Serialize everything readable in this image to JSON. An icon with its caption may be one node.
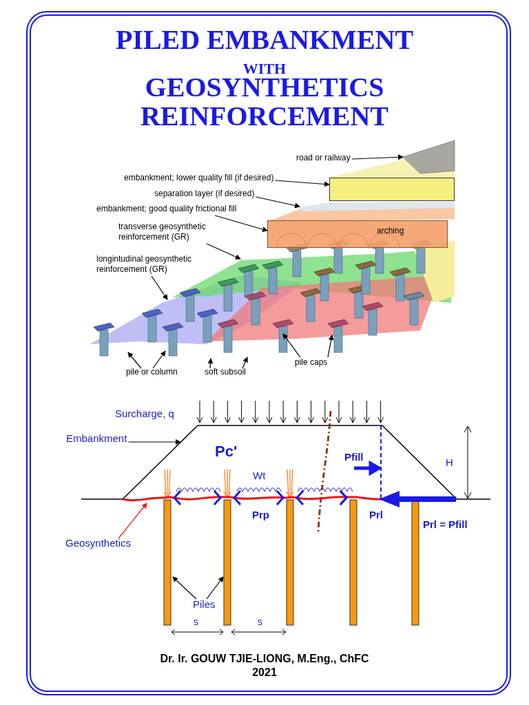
{
  "diagram": {
    "title": "PILED EMBANKMENT",
    "caption": "Dr. Ir. GOUW TJIE-LIONG, M.Eng., ChFC",
    "nodes": [
      {
        "text": [
          "road or railway"
        ]
      },
      {
        "text": [
          "embankment; lower quality fill (if desired)"
        ]
      },
      {
        "text": [
          "separation layer (if desired)"
        ]
      },
      {
        "text": [
          "embankment; good quality frictional fill"
        ]
      },
      {
        "text": [
          "transverse geosynthetic reinforcement (GR)"
        ]
      },
      {
        "text": [
          "longintudinal geosynthetic reinforcement (GR)"
        ]
      },
      {
        "text": [
          "pile or column"
        ]
      },
      {
        "text": [
          "soft subsoil"
        ]
      },
      {
        "text": [
          "pile caps"
        ]
      },
      {
        "text": [
          "Embankment"
        ]
      },
      {
        "text": [
          "Geosynthetics"
        ]
      },
      {
        "text": [
          "Piles"
        ]
      },
      {
        "text": [
          "arching"
        ]
      },
      {
        "text": [],
        "shape": "box"
      },
      {
        "text": [],
        "shape": "bar"
      }
    ],
    "edges": [
      {
        "from": 0,
        "to": null,
        "arrow": "to"
      },
      {
        "from": 1,
        "to": 13,
        "arrow": "to"
      },
      {
        "from": 2,
        "to": 14,
        "arrow": "to"
      },
      {
        "from": 3,
        "to": 12,
        "arrow": "to"
      },
      {
        "from": 4,
        "to": null,
        "arrow": "to"
      },
      {
        "from": 5,
        "to": null,
        "arrow": "to"
      },
      {
        "from": 6,
        "to": null,
        "arrow": "to"
      },
      {
        "from": 6,
        "to": null,
        "arrow": "to"
      },
      {
        "from": 7,
        "to": null,
        "arrow": "to"
      },
      {
        "from": 7,
        "to": null,
        "arrow": "to"
      },
      {
        "from": 8,
        "to": null,
        "arrow": "to"
      },
      {
        "from": 8,
        "to": null,
        "arrow": "to"
      },
      {
        "from": 9,
        "to": null,
        "arrow": "to"
      },
      {
        "from": 10,
        "to": null,
        "arrow": "to",
        "color": "#ee1111"
      },
      {
        "from": 11,
        "to": null,
        "arrow": "to"
      },
      {
        "from": 11,
        "to": null,
        "arrow": "to"
      }
    ],
    "labels": [
      "WITH",
      "GEOSYNTHETICS REINFORCEMENT",
      "Surcharge, q",
      "Pc'",
      "Pfill",
      "H",
      "Wt",
      "Prp",
      "Prl",
      "Prl = Pfill",
      "s",
      "s",
      "2021"
    ]
  }
}
